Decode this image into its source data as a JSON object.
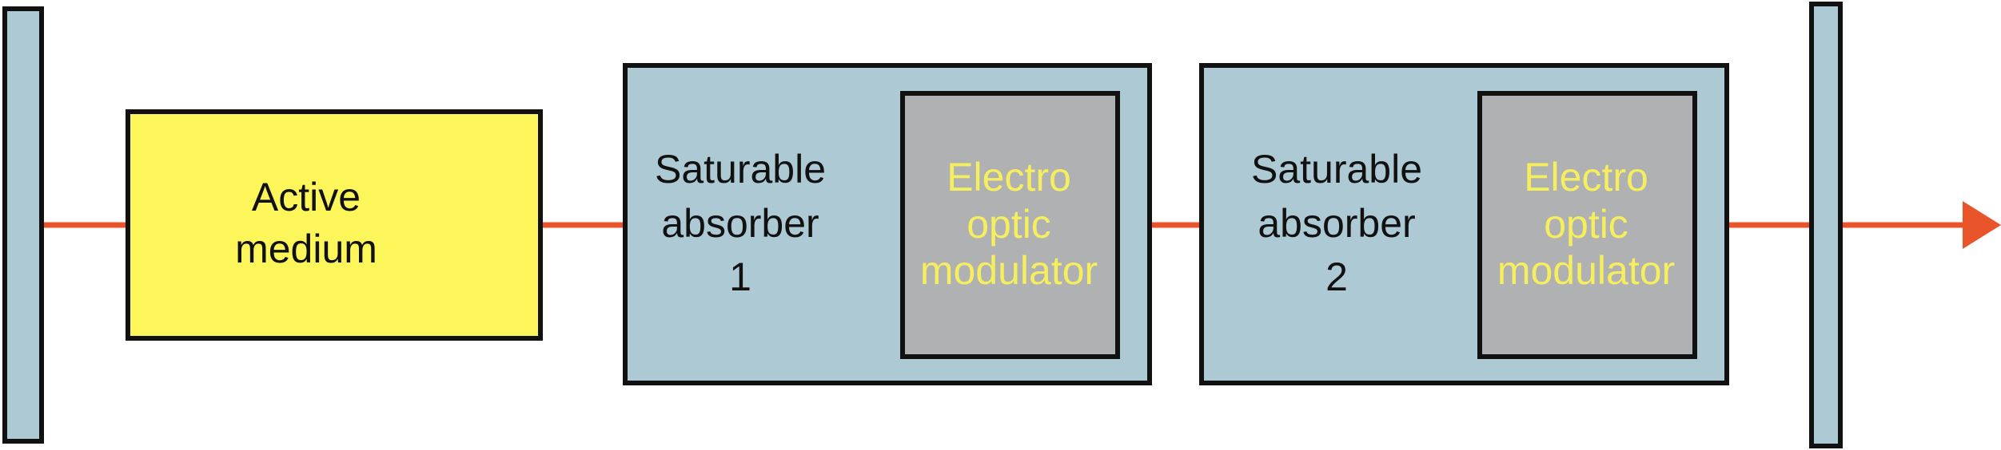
{
  "diagram": {
    "active_medium": {
      "lines": [
        "Active",
        "medium"
      ]
    },
    "absorber_1": {
      "lines": [
        "Saturable",
        "absorber",
        "1"
      ],
      "modulator_lines": [
        "Electro",
        "optic",
        "modulator"
      ]
    },
    "absorber_2": {
      "lines": [
        "Saturable",
        "absorber",
        "2"
      ],
      "modulator_lines": [
        "Electro",
        "optic",
        "modulator"
      ]
    }
  },
  "colors": {
    "beam": "#e9542b",
    "mirror": "#adcad4",
    "active_medium": "#fdf65a",
    "absorber": "#adcad4",
    "modulator": "#b0b1b2",
    "modulator_text": "#f5ee5e",
    "outline": "#111111"
  }
}
